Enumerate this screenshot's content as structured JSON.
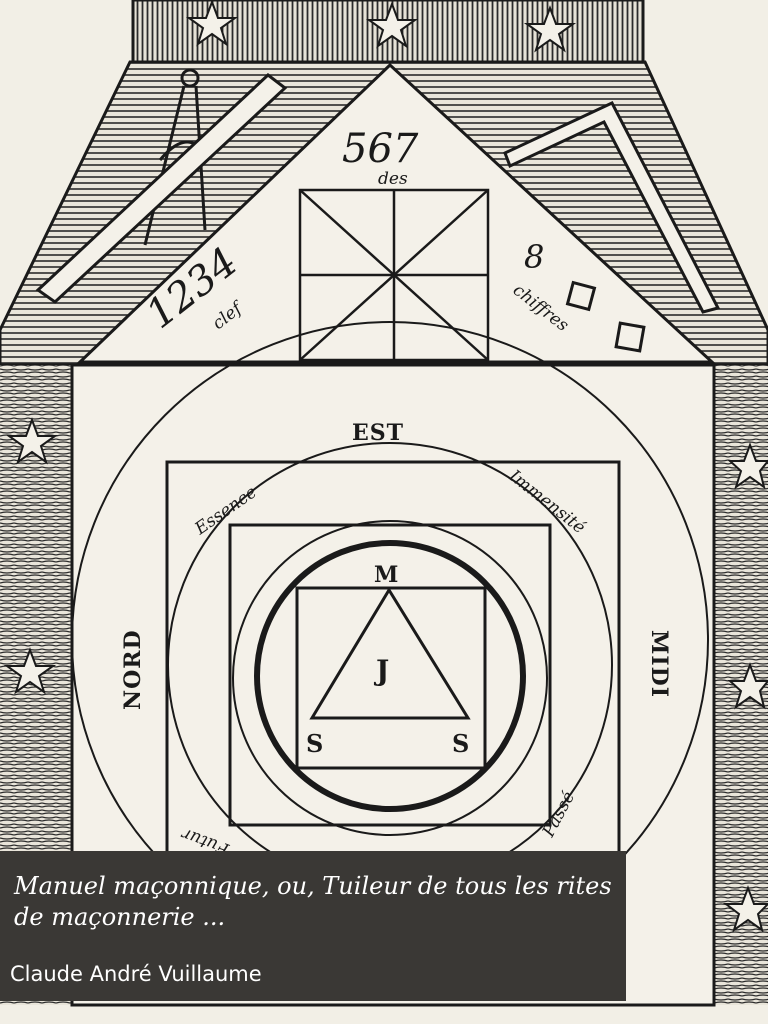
{
  "cover": {
    "title": "Manuel maçonnique, ou, Tuileur de tous les rites de maçonnerie ...",
    "author": "Claude André Vuillaume"
  },
  "engraving": {
    "directions": {
      "east": "EST",
      "north": "NORD",
      "south": "MIDI"
    },
    "triangle": {
      "digits_top": "567",
      "word_top": "des",
      "digits_left": "1234",
      "word_left": "clef",
      "digit_right": "8",
      "word_right": "chiffres"
    },
    "circle_words": {
      "essence": "Essence",
      "immensite": "Immensité",
      "passe": "Passé",
      "futur": "Futur"
    },
    "letters": {
      "top": "M",
      "center": "J",
      "left": "S",
      "right": "S"
    }
  },
  "colors": {
    "paper": "#f2efe6",
    "ink": "#1a1a1a",
    "title_box": "#3a3835"
  },
  "icons": [
    "compass-icon",
    "ruler-icon",
    "square-icon",
    "star-icon"
  ]
}
